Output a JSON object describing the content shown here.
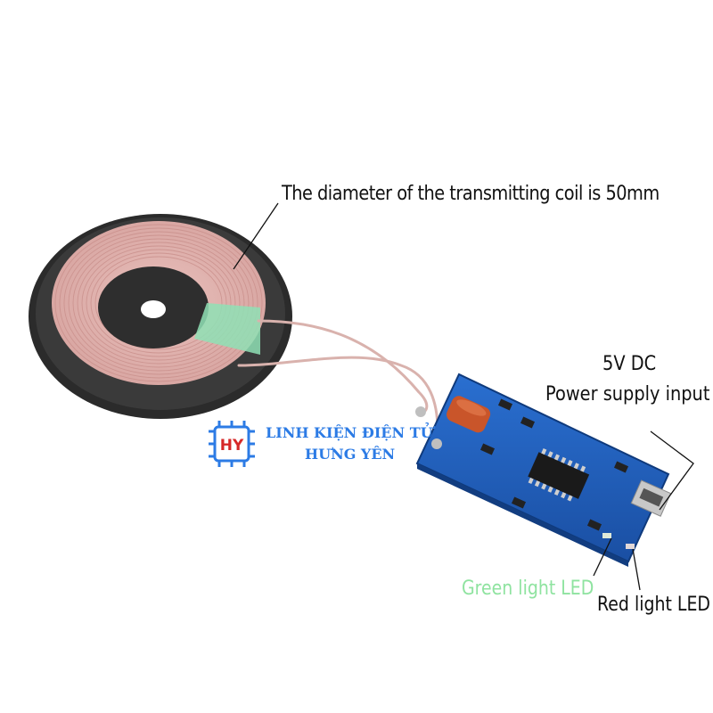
{
  "annotations": {
    "coil_diameter": "The diameter of the transmitting coil is 50mm",
    "power_line_1": "5V DC",
    "power_line_2": "Power supply input",
    "green_led": "Green light LED",
    "red_led": "Red light LED"
  },
  "watermark": {
    "logo_text": "HY",
    "shop_name_line_1": "LINH KIỆN ĐIỆN TỬ",
    "shop_name_line_2": "HƯNG YÊN"
  },
  "colors": {
    "pcb": "#1f5fbf",
    "coil_copper": "#e7b8b5",
    "coil_backing": "#2b2b2b",
    "green_led_text": "#8fe3a0",
    "watermark_blue": "#2c7be5"
  }
}
